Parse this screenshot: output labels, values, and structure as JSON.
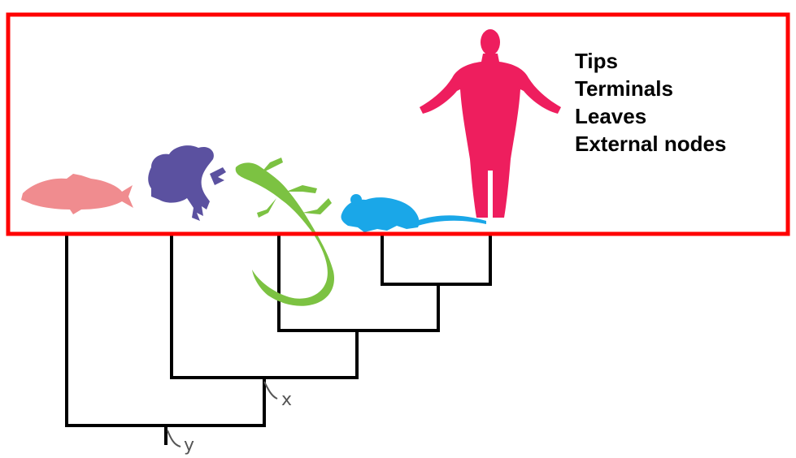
{
  "terms": [
    "Tips",
    "Terminals",
    "Leaves",
    "External nodes"
  ],
  "node_labels": {
    "x": "x",
    "y": "y"
  },
  "taxa": [
    {
      "name": "fish",
      "color": "#f08c8f"
    },
    {
      "name": "frog",
      "color": "#5b51a0"
    },
    {
      "name": "lizard",
      "color": "#7cc242"
    },
    {
      "name": "mouse",
      "color": "#1aa7e8"
    },
    {
      "name": "human",
      "color": "#ee1e5e"
    }
  ],
  "colors": {
    "highlight_box": "#ff0000",
    "tree_lines": "#000000",
    "label_text": "#555555"
  }
}
